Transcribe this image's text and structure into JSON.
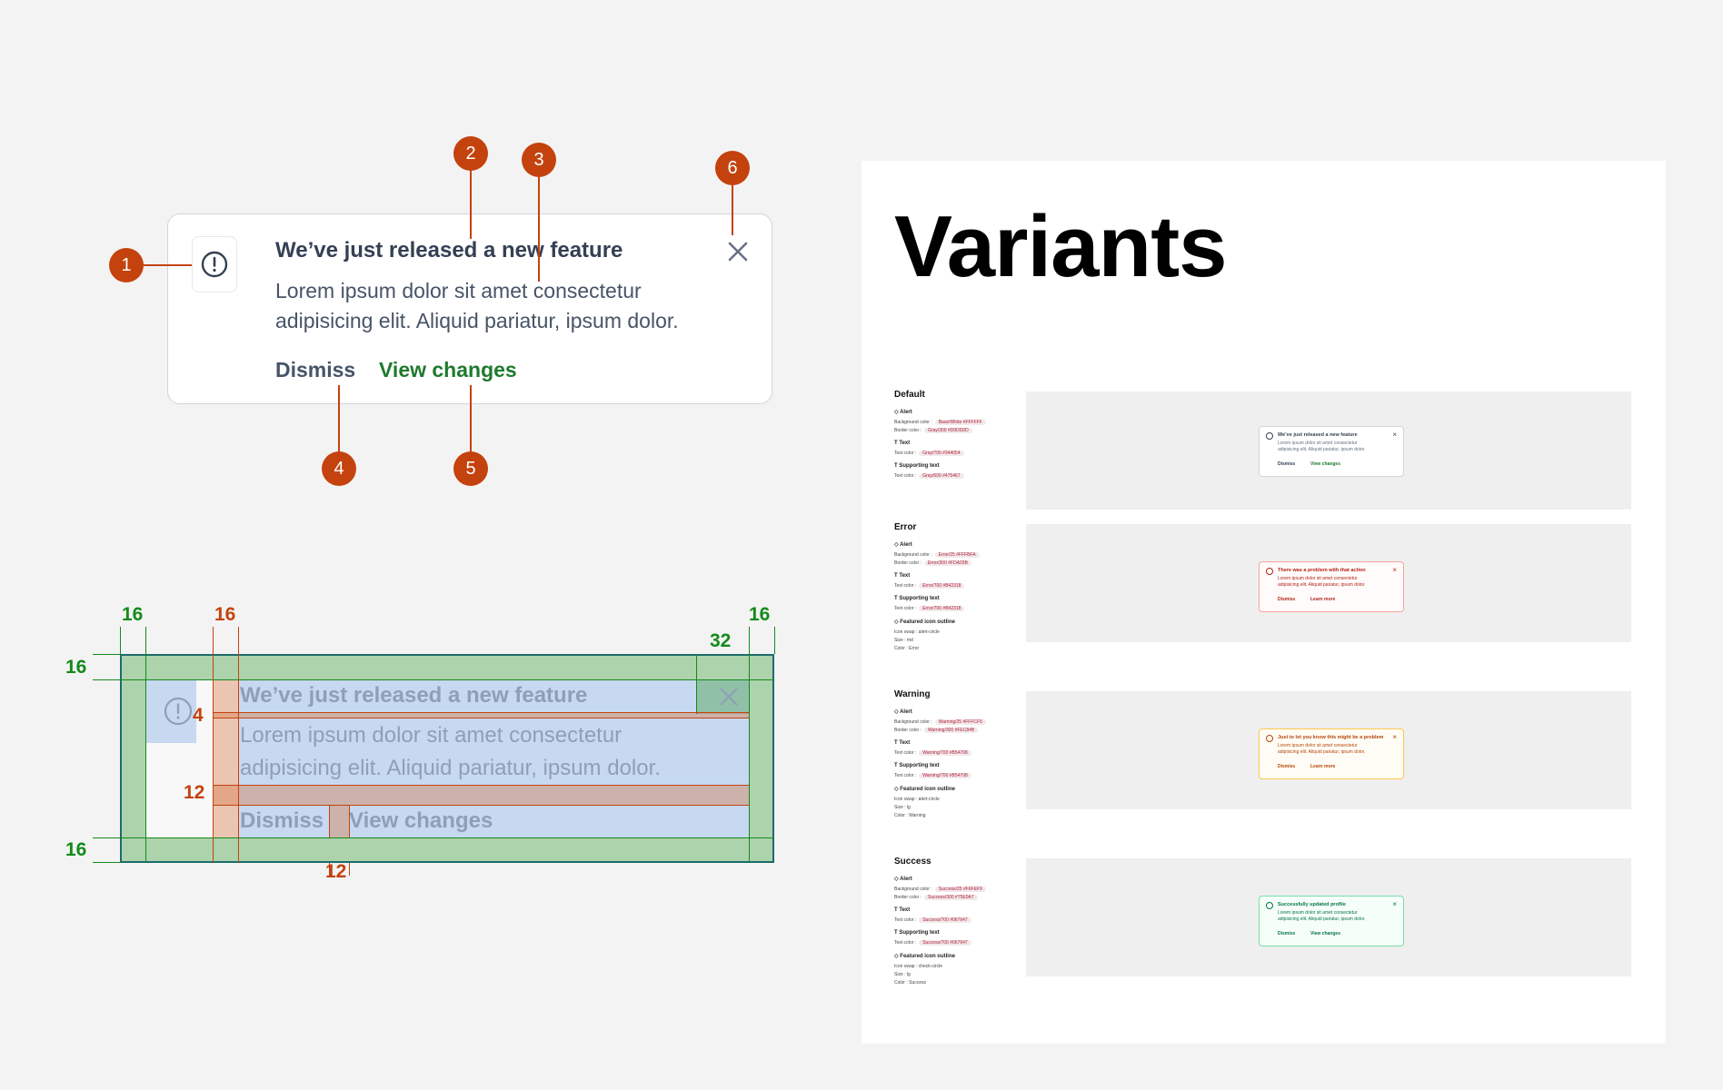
{
  "anatomy": {
    "title": "We’ve just released a new feature",
    "text": "Lorem ipsum dolor sit amet consectetur adipisicing elit. Aliquid pariatur, ipsum dolor.",
    "dismiss": "Dismiss",
    "view_changes": "View changes",
    "callouts": [
      "1",
      "2",
      "3",
      "4",
      "5",
      "6"
    ]
  },
  "spacing": {
    "title": "We’ve just released a new feature",
    "text_line1": "Lorem ipsum dolor sit amet consectetur",
    "text_line2": "adipisicing elit. Aliquid pariatur, ipsum dolor.",
    "dismiss": "Dismiss",
    "view_changes": "View changes",
    "labels": {
      "top_left": "16",
      "top_mid": "16",
      "top_right": "16",
      "close": "32",
      "left_top": "16",
      "icon_gap": "4",
      "text_gap": "12",
      "left_bottom": "16",
      "btn_gap": "12"
    }
  },
  "variants": {
    "heading": "Variants",
    "items": [
      {
        "name": "Default",
        "alert_label": "Alert",
        "bg_label": "Background color :",
        "bg_chip": "Base/White  #FFFFFF",
        "border_label": "Border color :",
        "border_chip": "Gray/300  #D0D5DD",
        "text_label": "Text",
        "text_color_label": "Text color :",
        "text_chip": "Gray/700  #344054",
        "support_label": "Supporting text",
        "support_color_label": "Text color :",
        "support_chip": "Gray/600  #475467",
        "preview_title": "We’ve just released a new feature",
        "preview_text": "Lorem ipsum dolor sit amet consectetur adipisicing elit. Aliquid pariatur, ipsum dolor.",
        "preview_dismiss": "Dismiss",
        "preview_action": "View changes"
      },
      {
        "name": "Error",
        "alert_label": "Alert",
        "bg_label": "Background color :",
        "bg_chip": "Error/25  #FFFBFA",
        "border_label": "Border color :",
        "border_chip": "Error/300  #FDA29B",
        "text_label": "Text",
        "text_color_label": "Text color :",
        "text_chip": "Error/700  #B42318",
        "support_label": "Supporting text",
        "support_color_label": "Text color :",
        "support_chip": "Error/700  #B42318",
        "featured_label": "Featured icon outline",
        "icon_swap": "Icon swap :  alert-circle",
        "size": "Size :  md",
        "color": "Color :  Error",
        "preview_title": "There was a problem with that action",
        "preview_text": "Lorem ipsum dolor sit amet consectetur adipisicing elit. Aliquid pariatur, ipsum dolor.",
        "preview_dismiss": "Dismiss",
        "preview_action": "Learn more"
      },
      {
        "name": "Warning",
        "alert_label": "Alert",
        "bg_label": "Background color :",
        "bg_chip": "Warning/25  #FFFCF5",
        "border_label": "Border color :",
        "border_chip": "Warning/300  #FEC84B",
        "text_label": "Text",
        "text_color_label": "Text color :",
        "text_chip": "Warning/700  #B54708",
        "support_label": "Supporting text",
        "support_color_label": "Text color :",
        "support_chip": "Warning/700  #B54708",
        "featured_label": "Featured icon outline",
        "icon_swap": "Icon swap :  alert-circle",
        "size": "Size :  lg",
        "color": "Color :  Warning",
        "preview_title": "Just to let you know this might be a problem",
        "preview_text": "Lorem ipsum dolor sit amet consectetur adipisicing elit. Aliquid pariatur, ipsum dolor.",
        "preview_dismiss": "Dismiss",
        "preview_action": "Learn more"
      },
      {
        "name": "Success",
        "alert_label": "Alert",
        "bg_label": "Background color :",
        "bg_chip": "Success/25  #F6FEF9",
        "border_label": "Border color :",
        "border_chip": "Success/300  #75E0A7",
        "text_label": "Text",
        "text_color_label": "Text color :",
        "text_chip": "Success/700  #067647",
        "support_label": "Supporting text",
        "support_color_label": "Text color :",
        "support_chip": "Success/700  #067647",
        "featured_label": "Featured icon outline",
        "icon_swap": "Icon swap :  check-circle",
        "size": "Size :  lg",
        "color": "Color :  Success",
        "preview_title": "Successfully updated profile",
        "preview_text": "Lorem ipsum dolor sit amet consectetur adipisicing elit. Aliquid pariatur, ipsum dolor.",
        "preview_dismiss": "Dismiss",
        "preview_action": "View changes"
      }
    ]
  },
  "colors": {
    "callout": "#c4420d",
    "green_measure": "#138a1a",
    "action_green": "#1e7a2e",
    "error": "#b42318",
    "warning": "#b54708",
    "success": "#067647"
  }
}
